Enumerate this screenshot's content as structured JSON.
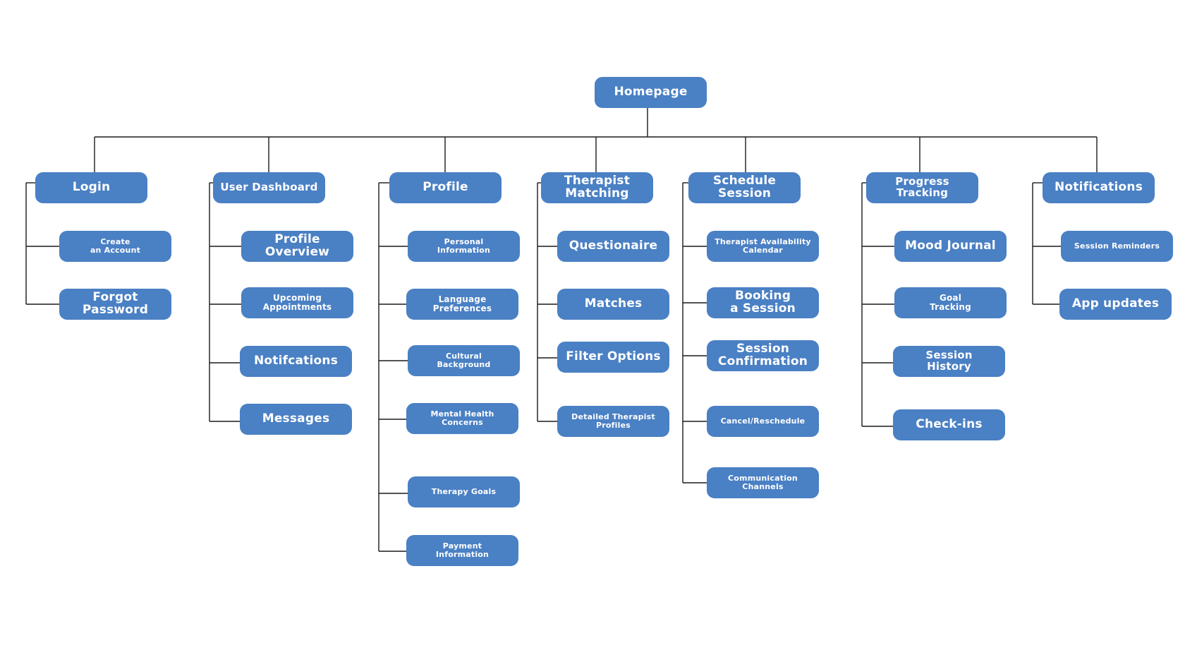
{
  "colors": {
    "node_fill": "#4a80c4",
    "node_text": "#ffffff",
    "connector": "#1a1a1a",
    "background": "#ffffff"
  },
  "root": {
    "label": "Homepage"
  },
  "columns": [
    {
      "id": "login",
      "label": "Login",
      "children": [
        "Create\nan Account",
        "Forgot\nPassword"
      ]
    },
    {
      "id": "user-dashboard",
      "label": "User Dashboard",
      "children": [
        "Profile\nOverview",
        "Upcoming\nAppointments",
        "Notifcations",
        "Messages"
      ]
    },
    {
      "id": "profile",
      "label": "Profile",
      "children": [
        "Personal\nInformation",
        "Language\nPreferences",
        "Cultural\nBackground",
        "Mental Health\nConcerns",
        "Therapy Goals",
        "Payment\nInformation"
      ]
    },
    {
      "id": "therapist-matching",
      "label": "Therapist\nMatching",
      "children": [
        "Questionaire",
        "Matches",
        "Filter Options",
        "Detailed Therapist\nProfiles"
      ]
    },
    {
      "id": "schedule-session",
      "label": "Schedule\nSession",
      "children": [
        "Therapist Availability\nCalendar",
        "Booking\na Session",
        "Session\nConfirmation",
        "Cancel/Reschedule",
        "Communication\nChannels"
      ]
    },
    {
      "id": "progress-tracking",
      "label": "Progress\nTracking",
      "children": [
        "Mood Journal",
        "Goal\nTracking",
        "Session\nHistory",
        "Check-ins"
      ]
    },
    {
      "id": "notifications",
      "label": "Notifications",
      "children": [
        "Session Reminders",
        "App updates"
      ]
    }
  ]
}
